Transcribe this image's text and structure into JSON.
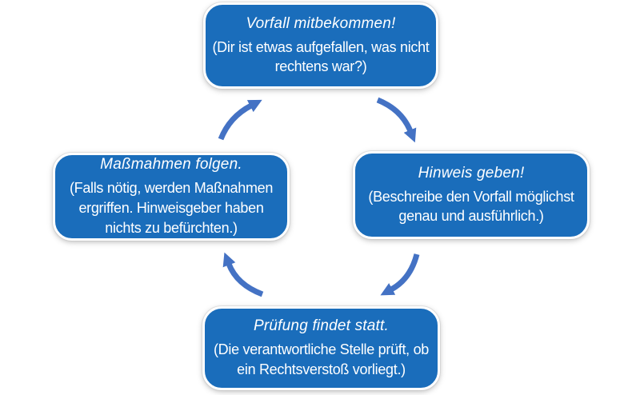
{
  "colors": {
    "node_fill": "#1a6dbb",
    "node_border": "#ffffff",
    "node_text": "#ffffff",
    "arrow": "#4472c4",
    "page_bg": "#ffffff"
  },
  "diagram": {
    "type": "cycle",
    "direction": "clockwise",
    "nodes": {
      "top": {
        "title": "Vorfall mitbekommen!",
        "body": "(Dir ist etwas aufgefallen, was nicht rechtens war?)"
      },
      "right": {
        "title": "Hinweis geben!",
        "body": "(Beschreibe den Vorfall möglichst genau und ausführlich.)"
      },
      "bottom": {
        "title": "Prüfung findet statt.",
        "body": "(Die verantwortliche Stelle prüft, ob ein Rechtsverstoß vorliegt.)"
      },
      "left": {
        "title": "Maßmahmen folgen.",
        "body": "(Falls nötig, werden Maßnahmen ergriffen. Hinweisgeber haben nichts zu befürchten.)"
      }
    },
    "edges": [
      {
        "from": "top",
        "to": "right"
      },
      {
        "from": "right",
        "to": "bottom"
      },
      {
        "from": "bottom",
        "to": "left"
      },
      {
        "from": "left",
        "to": "top"
      }
    ]
  }
}
